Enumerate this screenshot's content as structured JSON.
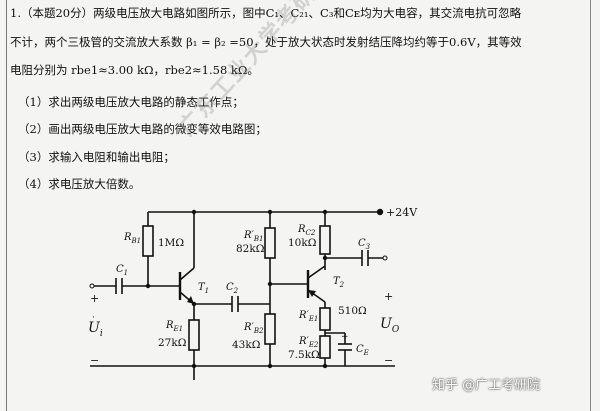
{
  "question": {
    "line1": "1.（本题20分）两级电压放大电路如图所示，图中C₁、C₂₁、C₃和Cᴇ均为大电容，其交流电抗可忽略",
    "line2": "不计，两个三极管的交流放大系数 β₁ = β₂ =50，处于放大状态时发射结压降均约等于0.6V，其等效",
    "line3": "电阻分别为 rbe1≈3.00 kΩ，rbe2≈1.58 kΩ。",
    "items": [
      "（1）求出两级电压放大电路的静态工作点；",
      "（2）画出两级电压放大电路的微变等效电路图；",
      "（3）求输入电阻和输出电阻；",
      "（4）求电压放大倍数。"
    ]
  },
  "circuit": {
    "supply": "+24V",
    "RB1": "R",
    "RB1_sub": "B1",
    "RB1_value": "1MΩ",
    "C1": "C",
    "C1_sub": "1",
    "T1": "T",
    "T1_sub": "1",
    "C2": "C",
    "C2_sub": "2",
    "RE1": "R",
    "RE1_sub": "E1",
    "RE1_value": "27kΩ",
    "RpB1": "R′",
    "RpB1_sub": "B1",
    "RpB1_value": "82kΩ",
    "RpB2": "R′",
    "RpB2_sub": "B2",
    "RpB2_value": "43kΩ",
    "RC2": "R",
    "RC2_sub": "C2",
    "RC2_value": "10kΩ",
    "C3": "C",
    "C3_sub": "3",
    "T2": "T",
    "T2_sub": "2",
    "RpE1": "R′",
    "RpE1_sub": "E1",
    "RpE1_value": "510Ω",
    "RpE2": "R′",
    "RpE2_sub": "E2",
    "RpE2_value": "7.5kΩ",
    "CE": "C",
    "CE_sub": "E",
    "Ui": "U",
    "Ui_sub": "i",
    "Uo": "U",
    "Uo_sub": "O",
    "plus": "+",
    "minus": "−"
  },
  "watermark": {
    "text": "知乎 @广工考研院"
  }
}
